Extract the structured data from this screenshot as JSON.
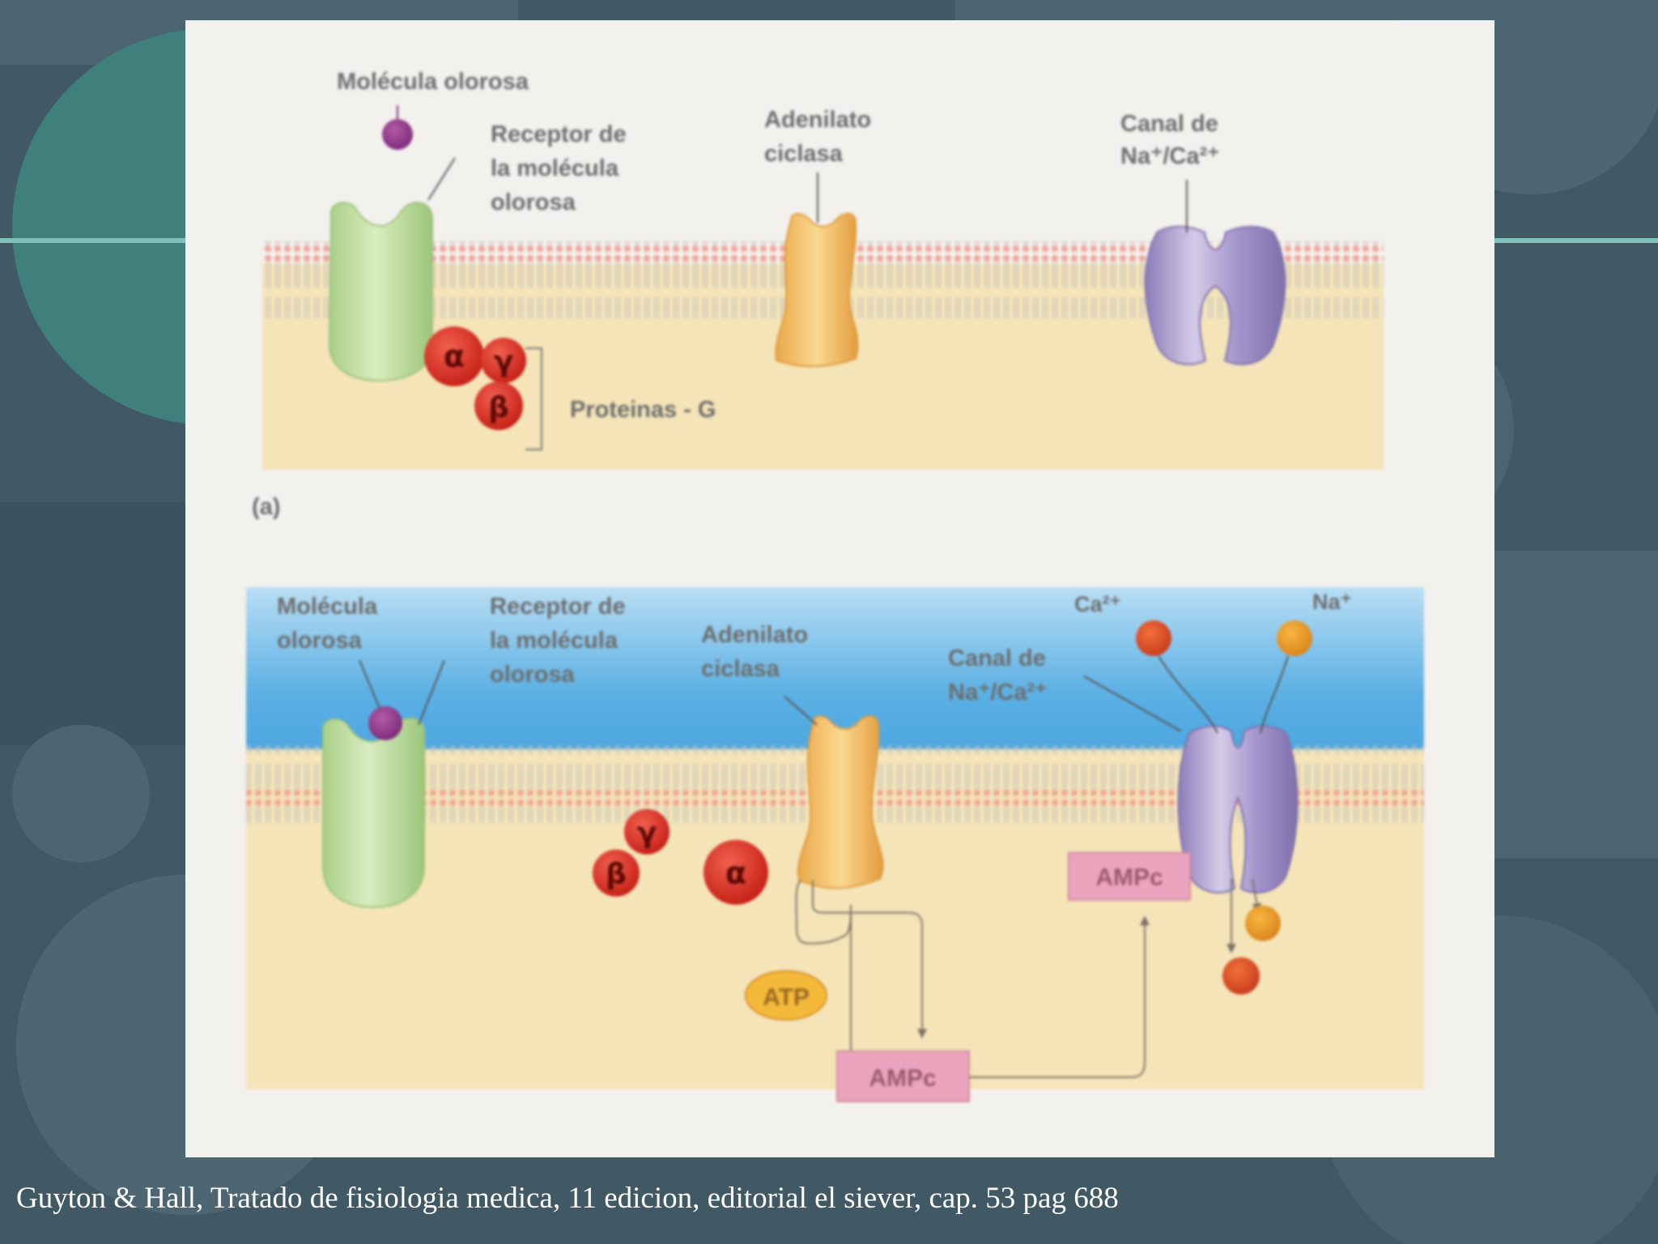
{
  "panel_a": {
    "label": "(a)",
    "odor_molecule": "Molécula olorosa",
    "receptor": [
      "Receptor de",
      "la molécula",
      "olorosa"
    ],
    "adenylate": [
      "Adenilato",
      "ciclasa"
    ],
    "channel": [
      "Canal de",
      "Na⁺/Ca²⁺"
    ],
    "g_proteins": "Proteinas - G",
    "alpha": "α",
    "beta": "β",
    "gamma": "γ"
  },
  "panel_b": {
    "odor_molecule": [
      "Molécula",
      "olorosa"
    ],
    "receptor": [
      "Receptor de",
      "la molécula",
      "olorosa"
    ],
    "adenylate": [
      "Adenilato",
      "ciclasa"
    ],
    "channel": [
      "Canal de",
      "Na⁺/Ca²⁺"
    ],
    "ca_ion": "Ca²⁺",
    "na_ion": "Na⁺",
    "alpha": "α",
    "beta": "β",
    "gamma": "γ",
    "atp": "ATP",
    "camp_lower": "AMPc",
    "camp_upper": "AMPc"
  },
  "colors": {
    "background": "#415865",
    "accent_line": "#7fc1b8",
    "cytoplasm": "#f4e4b8",
    "extracellular": "#7dbde6",
    "receptor": "#bedc9a",
    "adenylate": "#f2bd5c",
    "channel": "#aea0cf",
    "g_protein": "#d52a1f",
    "camp_box": "#eba4bd"
  },
  "caption": "Guyton & Hall, Tratado de fisiologia medica, 11 edicion, editorial el siever,  cap. 53 pag 688"
}
